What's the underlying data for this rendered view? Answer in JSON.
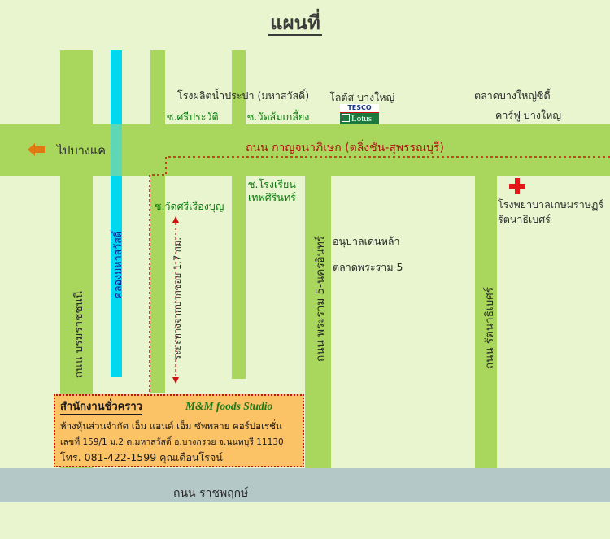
{
  "title": "แผนที่",
  "colors": {
    "background": "#e8f5cf",
    "road": "#a9d65c",
    "canal": "#00d8f0",
    "route": "#d01010",
    "box": "#fbc266",
    "bottom_road": "#b4c8c8"
  },
  "roads": {
    "main": "ถนน กาญจนาภิเษก (ตลิ่งชัน-สุพรรณบุรี)",
    "bottom": "ถนน ราชพฤกษ์",
    "boromratchachonnani": "ถนน บรมราชชนนี",
    "phraram5": "ถนน พระราม 5-นครอินทร์",
    "rattanathibet": "ถนน รัตนาธิเบศร์"
  },
  "canal": "คลองมหาสวัสดิ์",
  "direction": {
    "arrow_icon": "arrow-left",
    "label": "ไปบางแค"
  },
  "places": {
    "water_plant": "โรงผลิตน้ำประปา (มหาสวัสดิ์)",
    "lotus": "โลตัส บางใหญ่",
    "market_city": "ตลาดบางใหญ่ซิตี้",
    "carrefour": "คาร์ฟู บางใหญ่",
    "hospital": [
      "โรงพยาบาลเกษมราษฏร์",
      "รัตนาธิเบศร์"
    ],
    "kindergarten": "อนุบาลเด่นหล้า",
    "market_rama5": "ตลาดพระราม 5"
  },
  "sois": {
    "si_prawat": "ซ.ศรีประวัติ",
    "wat_som_kliang": "ซ.วัดส้มเกลี้ยง",
    "wat_si_rueang_bun": "ซ.วัดศรีเรืองบุญ",
    "school": [
      "ซ.โรงเรียน",
      "เทพศิรินทร์"
    ]
  },
  "logo": {
    "tesco": "TESCO",
    "lotus": "Lotus"
  },
  "distance": "ระยะทางจากปากซอย 1.7 กม.",
  "office": {
    "title": "สำนักงานชั่วคราว",
    "brand": "M&M foods Studio",
    "company": "ห้างหุ้นส่วนจำกัด เอ็ม แอนด์ เอ็ม ซัพพลาย คอร์ปอเรชั่น",
    "address": "เลขที่ 159/1 ม.2 ต.มหาสวัสดิ์ อ.บางกรวย จ.นนทบุรี 11130",
    "phone": "โทร. 081-422-1599 คุณเดือนโรจน์"
  }
}
